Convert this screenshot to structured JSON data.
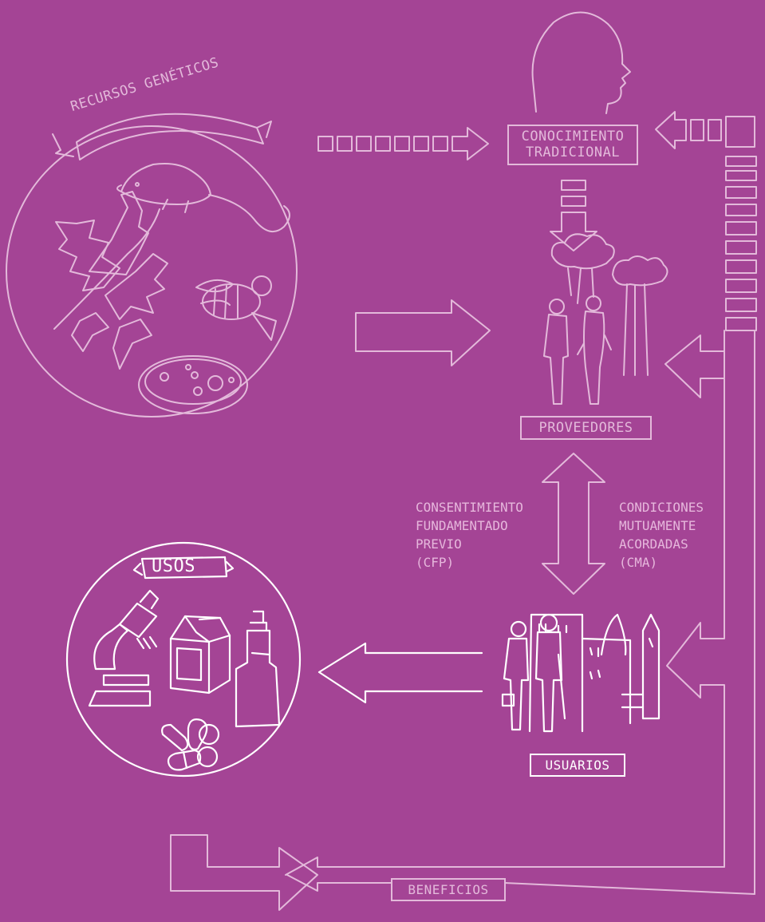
{
  "labels": {
    "genetic_resources": "RECURSOS GENÉTICOS",
    "traditional_knowledge": "CONOCIMIENTO\nTRADICIONAL",
    "providers": "PROVEEDORES",
    "users": "USUARIOS",
    "uses": "USOS",
    "benefits": "BENEFICIOS",
    "pic": "CONSENTIMIENTO\nFUNDAMENTADO\nPREVIO\n(CFP)",
    "mat": "CONDICIONES\nMUTUAMENTE\nACORDADAS\n(CMA)"
  },
  "colors": {
    "background": "#a44495",
    "line_light": "#e3b9da",
    "line_bright": "#ffffff"
  }
}
